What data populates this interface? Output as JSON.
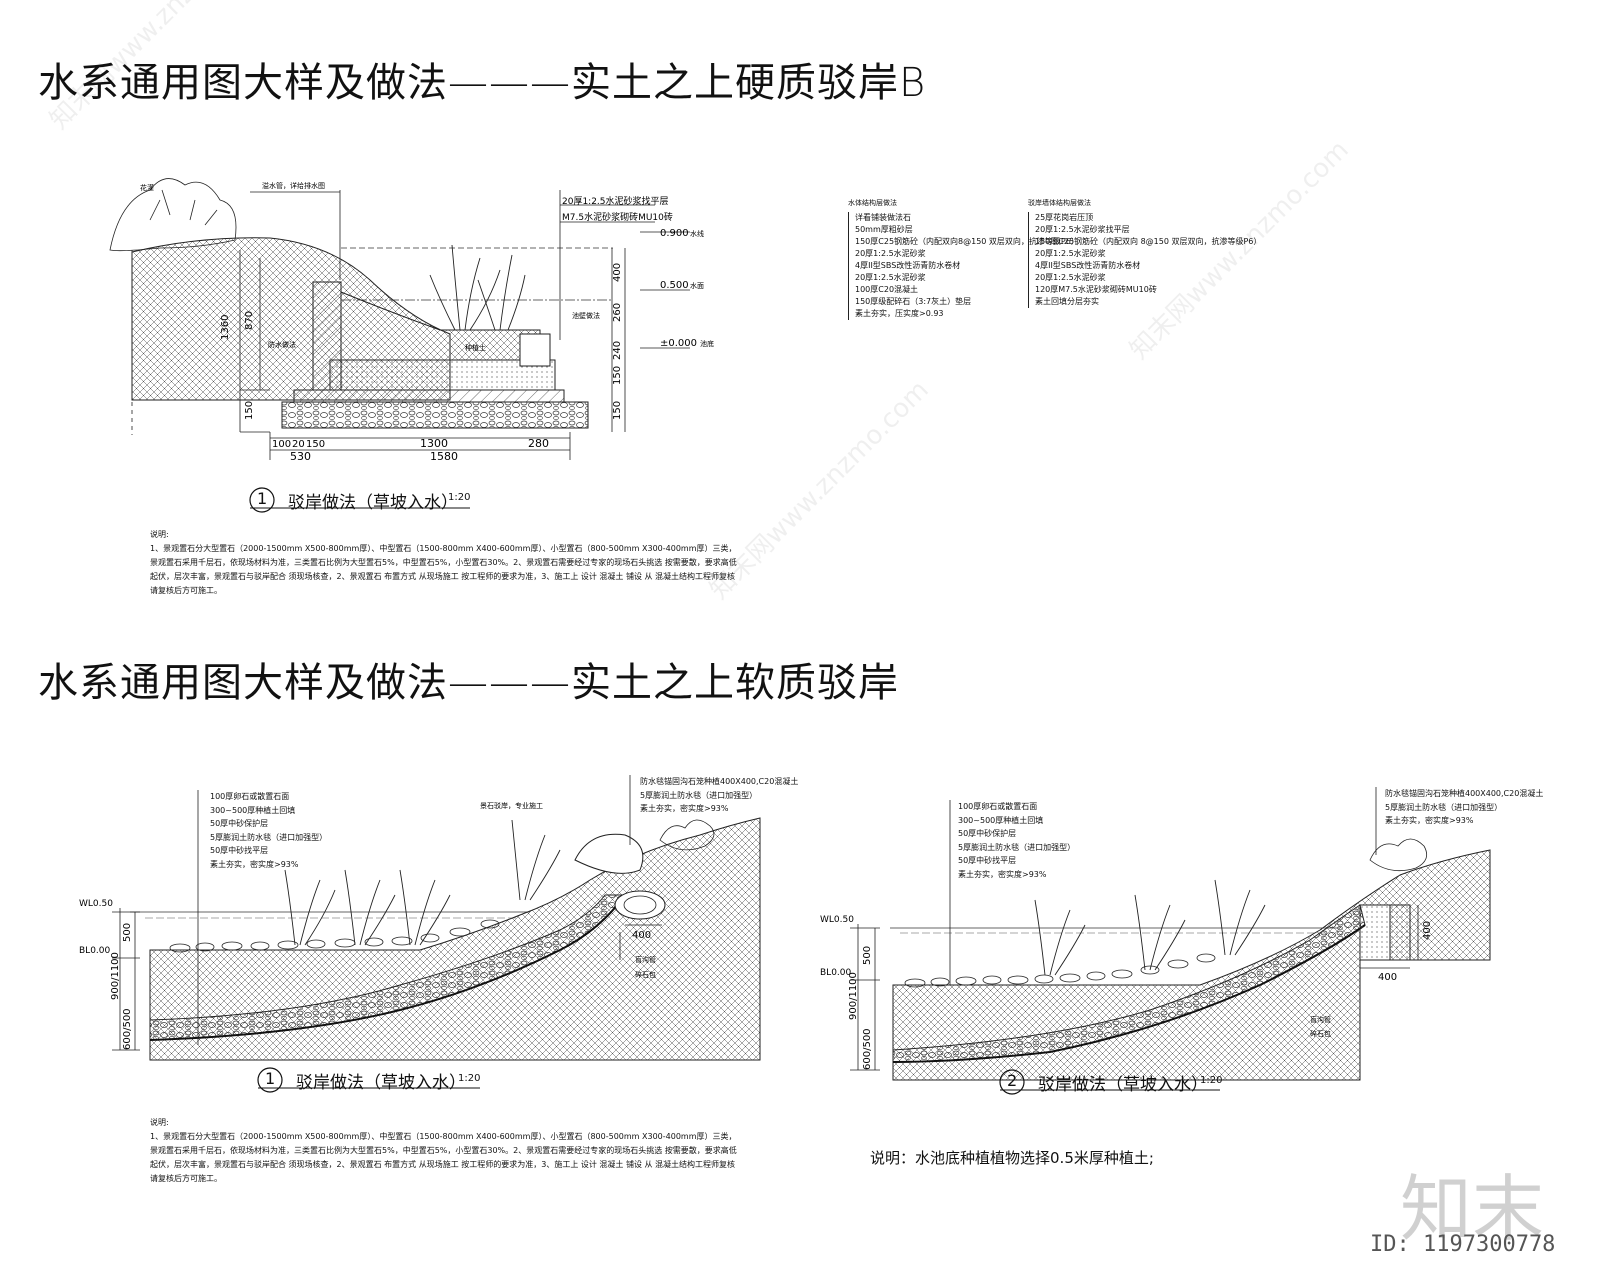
{
  "section_a": {
    "title": "水系通用图大样及做法———实土之上硬质驳岸B",
    "caption_num": "1",
    "caption": "驳岸做法（草坡入水）",
    "scale": "1:20",
    "note_head": "说明:",
    "note": "1、景观置石分大型置石（2000-1500mm X500-800mm厚）、中型置石（1500-800mm X400-600mm厚）、小型置石（800-500mm X300-400mm厚）三类，景观置石采用千层石，依现场材料为准，三类置石比例为大型置石5%，中型置石5%，小型置石30%。2、景观置石需要经过专家的现场石头挑选 按需要散，要求高低起伏，层次丰富，景观置石与驳岸配合 须现场核查，2、景观置石 布置方式 从现场施工 按工程师的要求为准，3、施工上 设计 混凝土 铺设 从 混凝土结构工程师复核 请复核后方可施工。",
    "labels": {
      "water_high": "0.900",
      "water_low": "0.500",
      "base": "±0.000",
      "plant": "花灌",
      "pipe": "溢水管，详给排水图",
      "note_r1": "20厚1:2.5水泥砂浆找平层",
      "note_r2": "M7.5水泥砂浆砌砖MU10砖",
      "left_dim_1": "1360",
      "left_dim_2": "870",
      "left_dim_3": "150",
      "right_dim_1": "400",
      "right_dim_2": "260",
      "right_dim_3": "240",
      "right_dim_4": "150",
      "right_dim_5": "150",
      "bot_1": "100",
      "bot_2": "20",
      "bot_3": "150",
      "bot_4": "1300",
      "bot_5": "280",
      "bot_sum_1": "530",
      "bot_sum_2": "1580",
      "leader_1": "水线",
      "leader_2": "水面",
      "leader_3": "池底",
      "inner_1": "防水做法",
      "inner_2": "种植土",
      "inner_3": "池壁做法"
    },
    "legend_left_head": "水体结构层做法",
    "legend_left": [
      "详看铺装做法石",
      "50mm厚粗砂层",
      "150厚C25钢筋砼（内配双向8@150 双层双向，抗渗等级P6）",
      "20厚1:2.5水泥砂浆",
      "4厚II型SBS改性沥青防水卷材",
      "20厚1:2.5水泥砂浆",
      "100厚C20混凝土",
      "150厚级配碎石（3:7灰土）垫层",
      "素土夯实，压实度>0.93"
    ],
    "legend_right_head": "驳岸墙体结构层做法",
    "legend_right": [
      "25厚花岗岩压顶",
      "20厚1:2.5水泥砂浆找平层",
      "150厚C25钢筋砼（内配双向 8@150 双层双向，抗渗等级P6）",
      "20厚1:2.5水泥砂浆",
      "4厚II型SBS改性沥青防水卷材",
      "20厚1:2.5水泥砂浆",
      "120厚M7.5水泥砂浆砌砖MU10砖",
      "素土回填分层夯实"
    ]
  },
  "section_b": {
    "title": "水系通用图大样及做法———实土之上软质驳岸",
    "caption1_num": "1",
    "caption1": "驳岸做法（草坡入水）",
    "caption2_num": "2",
    "caption2": "驳岸做法（草坡入水）",
    "scale": "1:20",
    "note_head": "说明:",
    "note": "1、景观置石分大型置石（2000-1500mm X500-800mm厚）、中型置石（1500-800mm X400-600mm厚）、小型置石（800-500mm X300-400mm厚）三类，景观置石采用千层石，依现场材料为准，三类置石比例为大型置石5%，中型置石5%，小型置石30%。2、景观置石需要经过专家的现场石头挑选 按需要散，要求高低起伏，层次丰富，景观置石与驳岸配合 须现场核查，2、景观置石 布置方式 从现场施工 按工程师的要求为准，3、施工上 设计 混凝土 铺设 从 混凝土结构工程师复核 请复核后方可施工。",
    "note2": "说明：水池底种植植物选择0.5米厚种植土;",
    "layers_left": [
      "100厚卵石或散置石面",
      "300~500厚种植土回填",
      "50厚中砂保护层",
      "5厚膨润土防水毯（进口加强型）",
      "50厚中砂找平层",
      "素土夯实，密实度>93%"
    ],
    "layers_right": [
      "防水毯锚固沟石笼种植400X400,C20混凝土",
      "5厚膨润土防水毯（进口加强型）",
      "素土夯实，密实度>93%"
    ],
    "wl": "WL0.50",
    "bl": "BL0.00",
    "dim_500": "500",
    "dim_900": "900/1100",
    "dim_600": "600/500",
    "dim_400": "400",
    "stone_label": "景石驳岸，专业施工",
    "pipe_label_1": "盲沟管",
    "pipe_label_2": "碎石包",
    "layers_left2": [
      "100厚卵石或散置石面",
      "300~500厚种植土回填",
      "50厚中砂保护层",
      "5厚膨润土防水毯（进口加强型）",
      "50厚中砂找平层",
      "素土夯实，密实度>93%"
    ],
    "layers_right2": [
      "防水毯锚固沟石笼种植400X400,C20混凝土",
      "5厚膨润土防水毯（进口加强型）",
      "素土夯实，密实度>93%"
    ],
    "wl2": "WL0.50",
    "bl2": "BL0.00",
    "dim2_500": "500",
    "dim2_900": "900/1100",
    "dim2_600": "600/500",
    "dim2_400": "400",
    "dim2_400b": "400"
  },
  "watermark": {
    "brand": "知末",
    "id": "ID: 1197300778",
    "repeat": "知末网www.znzmo.com"
  }
}
